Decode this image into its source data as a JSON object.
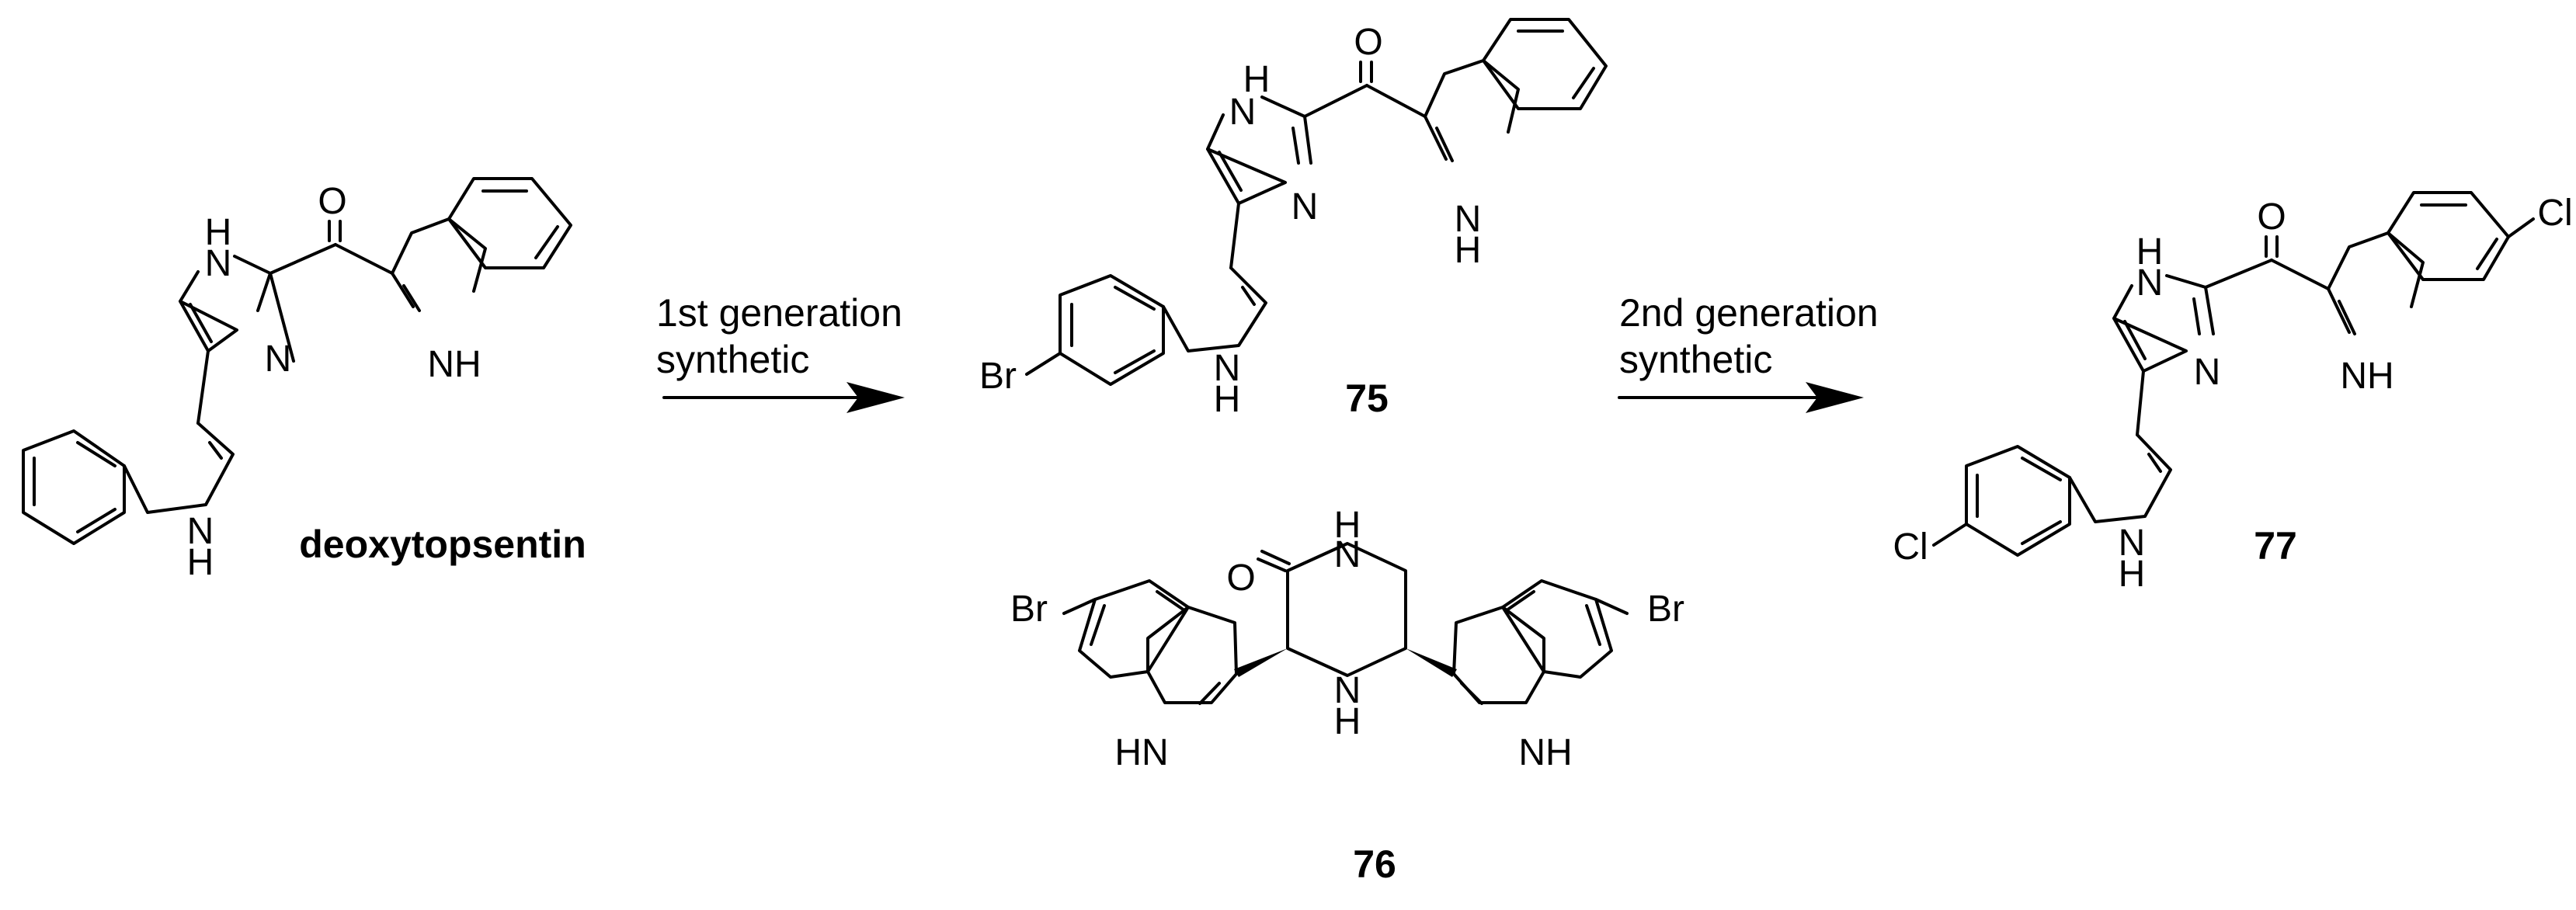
{
  "compounds": {
    "deoxytopsentin": {
      "name": "deoxytopsentin",
      "O": "O",
      "NH_imid": "H",
      "N_imid_h": "N",
      "N_imid": "N",
      "NH_ind1": "NH",
      "N_ind2": "N",
      "H_ind2": "H"
    },
    "c75": {
      "name": "75",
      "O": "O",
      "N_imid_h": "N",
      "H_imid": "H",
      "N_imid": "N",
      "N_ind1": "N",
      "H_ind1": "H",
      "N_ind2": "N",
      "H_ind2": "H",
      "halogen": "Br"
    },
    "c76": {
      "name": "76",
      "O": "O",
      "N_top": "N",
      "H_top": "H",
      "N_bot": "N",
      "H_bot": "H",
      "HN_left": "HN",
      "NH_right": "NH",
      "halogen_left": "Br",
      "halogen_right": "Br"
    },
    "c77": {
      "name": "77",
      "O": "O",
      "N_imid_h": "N",
      "H_imid": "H",
      "N_imid": "N",
      "NH_ind1": "NH",
      "N_ind2": "N",
      "H_ind2": "H",
      "halogen_left": "Cl",
      "halogen_right": "Cl"
    }
  },
  "arrows": [
    {
      "line1": "1st generation",
      "line2": "synthetic"
    },
    {
      "line1": "2nd generation",
      "line2": "synthetic"
    }
  ]
}
